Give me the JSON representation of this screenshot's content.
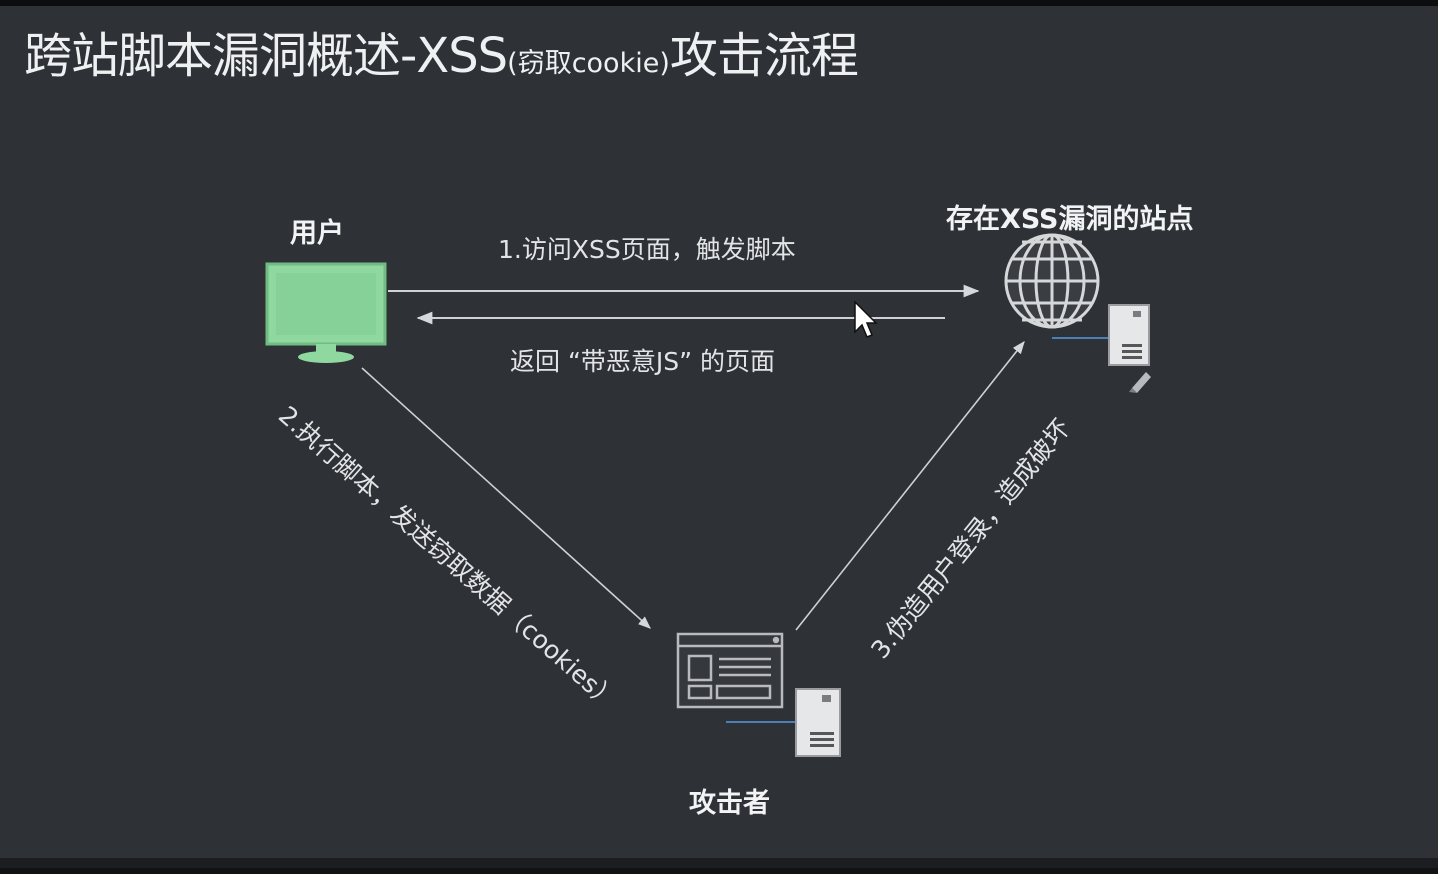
{
  "slide": {
    "title_main": "跨站脚本漏洞概述-XSS",
    "title_small": "(窃取cookie)",
    "title_tail": "攻击流程"
  },
  "nodes": {
    "user": "用户",
    "site": "存在XSS漏洞的站点",
    "attacker": "攻击者"
  },
  "edges": {
    "step1": "1.访问XSS页面，触发脚本",
    "return": "返回 “带恶意JS” 的页面",
    "step2": "2.执行脚本，发送窃取数据（cookies）",
    "step3": "3.伪造用户登录，造成破坏"
  },
  "colors": {
    "background": "#2e3135",
    "monitor": "#8fd8a0",
    "line": "#d0d2d5",
    "icon": "#d6d7d9"
  },
  "icons": {
    "user": "monitor-icon",
    "site": "globe-icon",
    "server": "server-icon",
    "attacker": "browser-window-icon",
    "cursor": "mouse-cursor-icon",
    "pen": "pen-icon"
  }
}
